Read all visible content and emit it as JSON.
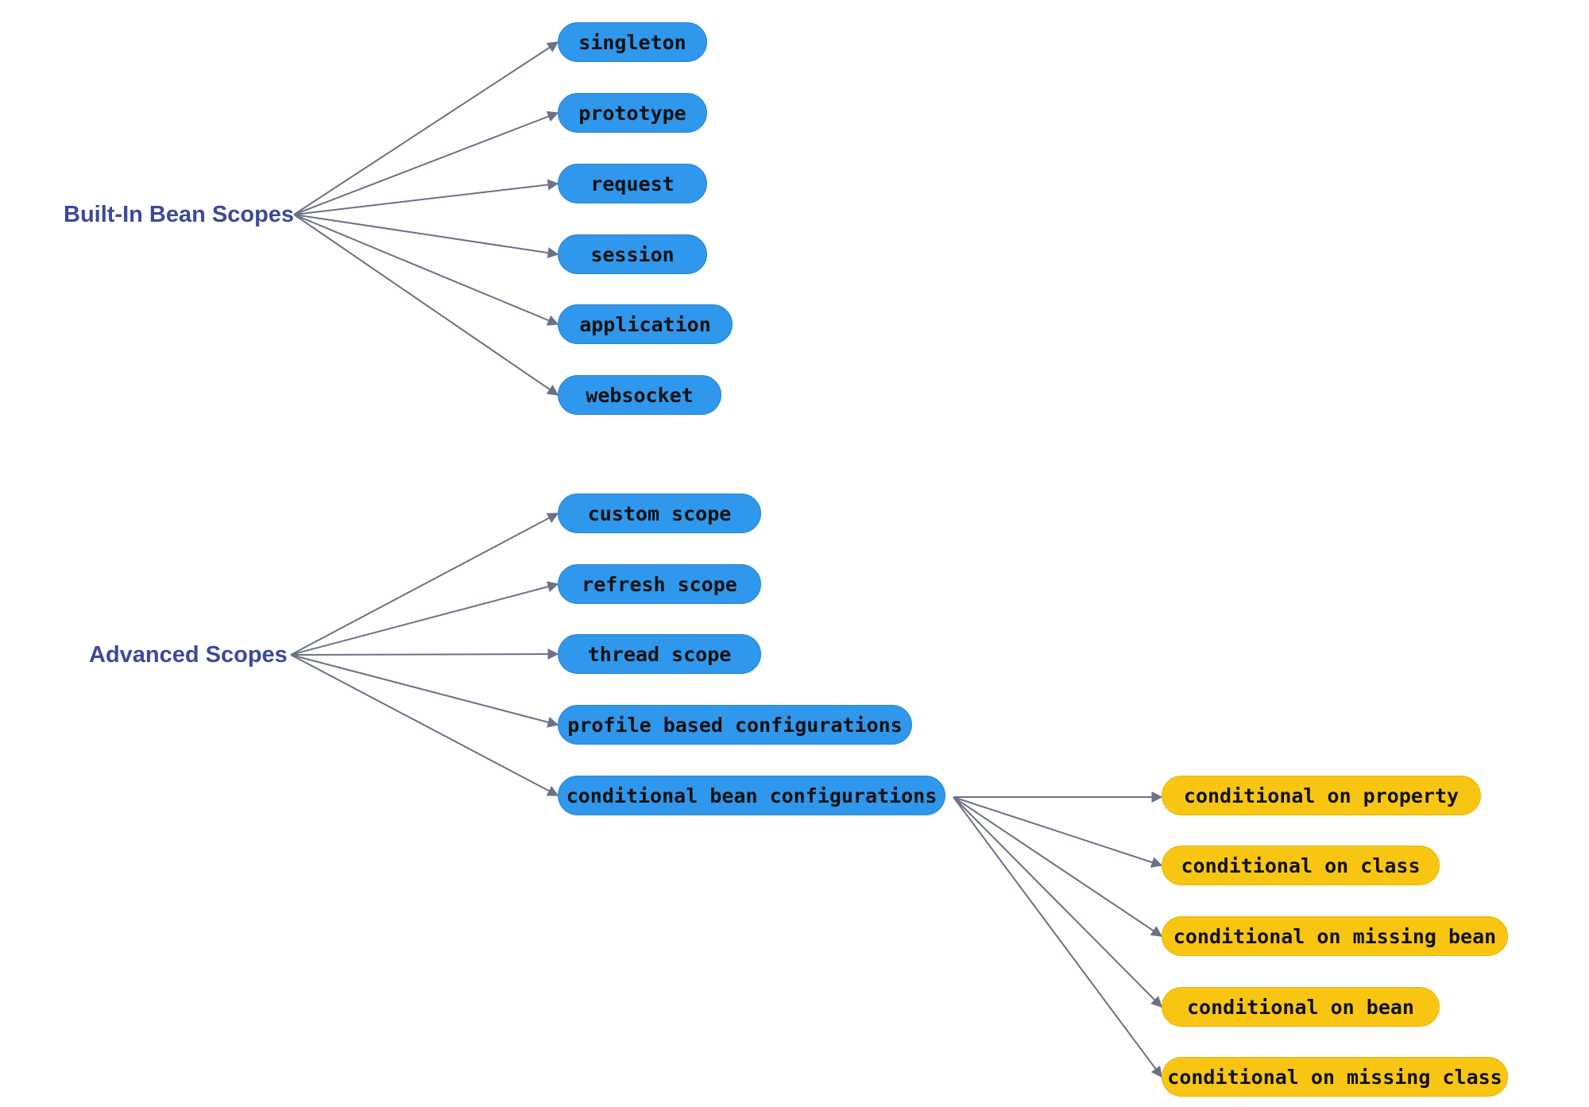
{
  "colors": {
    "primary_node": "#2f97ec",
    "secondary_node": "#f8c612",
    "root_text": "#3b4a9a",
    "edge": "#6b7187"
  },
  "roots": {
    "builtin": "Built-In Bean Scopes",
    "advanced": "Advanced Scopes"
  },
  "builtin_scopes": [
    "singleton",
    "prototype",
    "request",
    "session",
    "application",
    "websocket"
  ],
  "advanced_scopes": [
    "custom scope",
    "refresh scope",
    "thread scope",
    "profile based configurations",
    "conditional bean configurations"
  ],
  "conditional_types": [
    "conditional on property",
    "conditional on class",
    "conditional on missing bean",
    "conditional on bean",
    "conditional on missing class"
  ]
}
